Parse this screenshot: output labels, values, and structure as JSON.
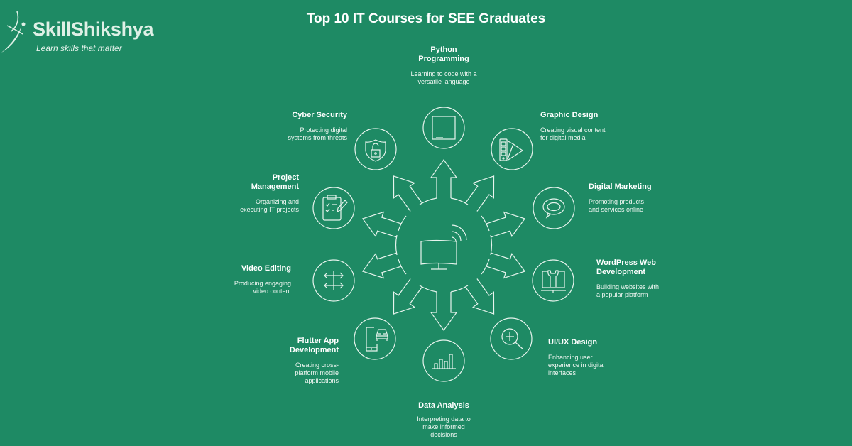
{
  "brand": {
    "name": "SkillShikshya",
    "tagline": "Learn skills that matter"
  },
  "title": "Top 10 IT Courses for SEE Graduates",
  "theme": {
    "background": "#1e8a64",
    "line": "#e8f4ee",
    "text": "#ffffff"
  },
  "hub": {
    "icon": "monitor-wifi-icon"
  },
  "courses": [
    {
      "title": "Python Programming",
      "title_l1": "Python",
      "title_l2": "Programming",
      "desc_l1": "Learning to code with a",
      "desc_l2": "versatile language",
      "icon": "pycharm-icon"
    },
    {
      "title": "Graphic Design",
      "desc_l1": "Creating visual content",
      "desc_l2": "for digital media",
      "icon": "color-swatch-icon"
    },
    {
      "title": "Digital Marketing",
      "desc_l1": "Promoting products",
      "desc_l2": "and services online",
      "icon": "chat-bubble-icon"
    },
    {
      "title": "WordPress Web Development",
      "title_l1": "WordPress Web",
      "title_l2": "Development",
      "desc_l1": "Building websites with",
      "desc_l2": "a popular platform",
      "icon": "monitor-wrench-icon"
    },
    {
      "title": "UI/UX Design",
      "desc_l1": "Enhancing user",
      "desc_l2": "experience in digital",
      "desc_l3": "interfaces",
      "icon": "zoom-in-icon"
    },
    {
      "title": "Data Analysis",
      "desc_l1": "Interpreting data to",
      "desc_l2": "make informed",
      "desc_l3": "decisions",
      "icon": "bar-chart-icon"
    },
    {
      "title": "Flutter App Development",
      "title_l1": "Flutter App",
      "title_l2": "Development",
      "desc_l1": "Creating cross-",
      "desc_l2": "platform mobile",
      "desc_l3": "applications",
      "icon": "phone-car-icon"
    },
    {
      "title": "Video Editing",
      "desc_l1": "Producing engaging",
      "desc_l2": "video content",
      "icon": "move-arrows-icon"
    },
    {
      "title": "Project Management",
      "title_l1": "Project",
      "title_l2": "Management",
      "desc_l1": "Organizing and",
      "desc_l2": "executing IT projects",
      "icon": "clipboard-pencil-icon"
    },
    {
      "title": "Cyber Security",
      "desc_l1": "Protecting digital",
      "desc_l2": "systems from threats",
      "icon": "shield-lock-icon"
    }
  ]
}
